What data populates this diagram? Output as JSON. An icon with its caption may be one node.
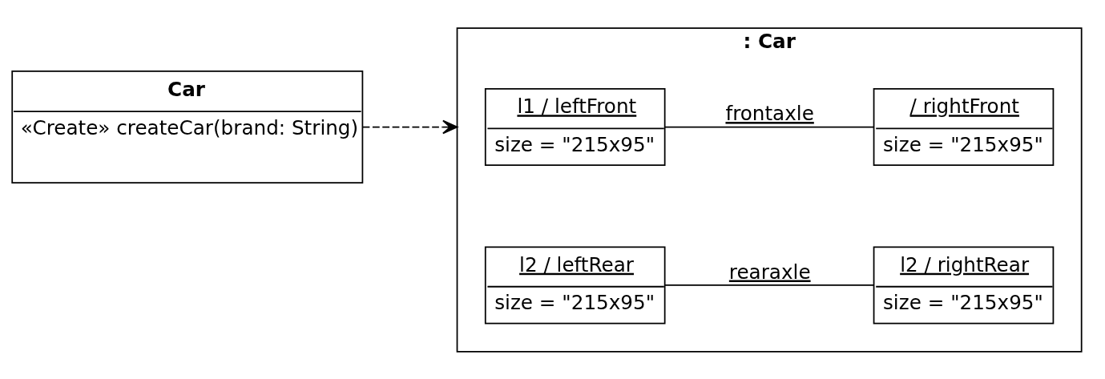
{
  "diagram": {
    "nodes": [
      {
        "text": [
          "Car",
          "«Create» createCar(brand: String)"
        ]
      },
      {
        "text": [
          ": Car"
        ]
      },
      {
        "text": [
          "l1 / leftFront",
          "size = \"215x95\""
        ],
        "in": 1
      },
      {
        "text": [
          "/ rightFront",
          "size = \"215x95\""
        ],
        "in": 1
      },
      {
        "text": [
          "l2 / leftRear",
          "size = \"215x95\""
        ],
        "in": 1
      },
      {
        "text": [
          "l2 / rightRear",
          "size = \"215x95\""
        ],
        "in": 1
      }
    ],
    "edges": [
      {
        "from": 0,
        "to": 1,
        "arrow": "to",
        "style": "dashed"
      },
      {
        "from": 2,
        "to": 3,
        "arrow": "none",
        "label": "frontaxle"
      },
      {
        "from": 4,
        "to": 5,
        "arrow": "none",
        "label": "rearaxle"
      }
    ]
  }
}
